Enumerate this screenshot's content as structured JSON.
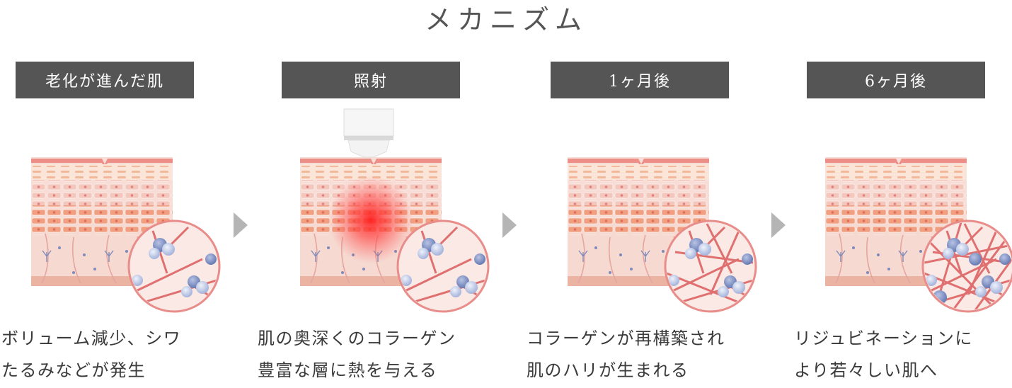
{
  "title": "メカニズム",
  "steps": [
    {
      "label": "老化が進んだ肌",
      "desc_line1": "ボリューム減少、シワ",
      "desc_line2": "たるみなどが発生"
    },
    {
      "label": "照射",
      "desc_line1": "肌の奥深くのコラーゲン",
      "desc_line2": "豊富な層に熱を与える"
    },
    {
      "label": "1ヶ月後",
      "desc_line1": "コラーゲンが再構築され",
      "desc_line2": "肌のハリが生まれる"
    },
    {
      "label": "6ヶ月後",
      "desc_line1": "リジュビネーションに",
      "desc_line2": "より若々しい肌へ"
    }
  ],
  "colors": {
    "label_bg": "#555555",
    "arrow": "#b5b5b5",
    "skin_top": "#f4b8a8",
    "collagen_fiber": "#e07070",
    "heat": "#ff3030"
  }
}
